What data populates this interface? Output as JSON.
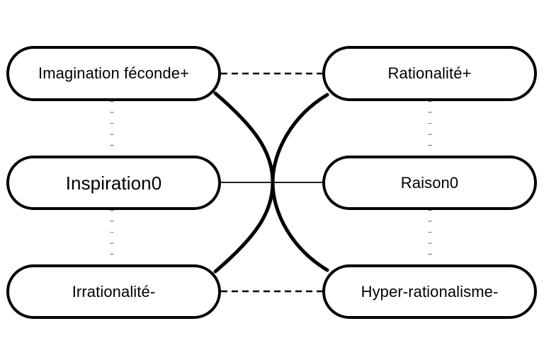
{
  "diagram": {
    "title": "Imagination feconde / Rationalite semiotic square",
    "background_color": "#ffffff",
    "stroke_color": "#000000",
    "nodes": [
      {
        "id": "imagination-feconde",
        "label": "Imagination féconde+",
        "column": "left",
        "row": "top",
        "polarity": "+",
        "font": "normal"
      },
      {
        "id": "rationalite",
        "label": "Rationalité+",
        "column": "right",
        "row": "top",
        "polarity": "+",
        "font": "normal"
      },
      {
        "id": "inspiration",
        "label": "Inspiration0",
        "column": "left",
        "row": "middle",
        "polarity": "0",
        "font": "large"
      },
      {
        "id": "raison",
        "label": "Raison0",
        "column": "right",
        "row": "middle",
        "polarity": "0",
        "font": "normal"
      },
      {
        "id": "irrationalite",
        "label": "Irrationalité-",
        "column": "left",
        "row": "bottom",
        "polarity": "-",
        "font": "normal"
      },
      {
        "id": "hyper-rationalisme",
        "label": "Hyper-rationalisme-",
        "column": "right",
        "row": "bottom",
        "polarity": "-",
        "font": "normal"
      }
    ],
    "edges": [
      {
        "id": "edge-top-dashed",
        "from": "imagination-feconde",
        "to": "rationalite",
        "style": "dashed",
        "orientation": "horizontal"
      },
      {
        "id": "edge-middle-solid",
        "from": "inspiration",
        "to": "raison",
        "style": "solid-thin",
        "orientation": "horizontal"
      },
      {
        "id": "edge-bottom-dashed",
        "from": "irrationalite",
        "to": "hyper-rationalisme",
        "style": "dashed",
        "orientation": "horizontal"
      },
      {
        "id": "edge-left-upper-dotted",
        "from": "imagination-feconde",
        "to": "inspiration",
        "style": "dotted",
        "orientation": "vertical"
      },
      {
        "id": "edge-left-lower-dotted",
        "from": "inspiration",
        "to": "irrationalite",
        "style": "dotted",
        "orientation": "vertical"
      },
      {
        "id": "edge-right-upper-dotted",
        "from": "rationalite",
        "to": "raison",
        "style": "dotted",
        "orientation": "vertical"
      },
      {
        "id": "edge-right-lower-dotted",
        "from": "raison",
        "to": "hyper-rationalisme",
        "style": "dotted",
        "orientation": "vertical"
      },
      {
        "id": "edge-curve-tl-br",
        "from": "imagination-feconde",
        "to": "hyper-rationalisme",
        "style": "solid-thick-curve",
        "orientation": "diagonal"
      },
      {
        "id": "edge-curve-bl-tr",
        "from": "irrationalite",
        "to": "rationalite",
        "style": "solid-thick-curve",
        "orientation": "diagonal"
      }
    ]
  }
}
